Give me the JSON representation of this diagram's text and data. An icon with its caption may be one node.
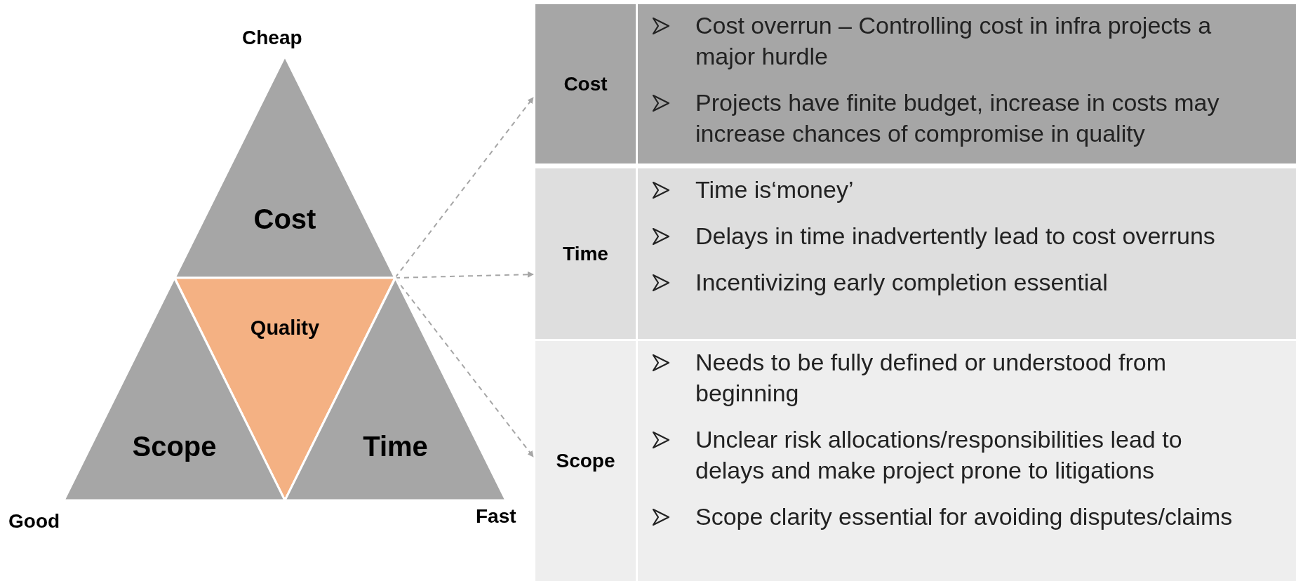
{
  "diagram": {
    "nodes": [
      {
        "text": [
          "Cost"
        ]
      },
      {
        "text": [
          "Quality"
        ]
      },
      {
        "text": [
          "Scope"
        ]
      },
      {
        "text": [
          "Time"
        ]
      },
      {
        "text": [
          "Cost",
          "Cost overrun – Controlling cost in infra projects a major hurdle",
          "Projects have finite budget, increase in costs may increase chances of compromise in quality"
        ]
      },
      {
        "text": [
          "Time",
          "Time is‘money’",
          "Delays in time inadvertently lead to cost overruns",
          "Incentivizing early completion essential"
        ]
      },
      {
        "text": [
          "Scope",
          "Needs to be fully defined or understood from beginning",
          "Unclear risk allocations/responsibilities lead to delays and make project prone to litigations",
          "Scope clarity essential for avoiding disputes/claims"
        ]
      }
    ],
    "edges": [
      {
        "from": 0,
        "to": 4,
        "arrow": "to",
        "style": "dashed"
      },
      {
        "from": 0,
        "to": 5,
        "arrow": "to",
        "style": "dashed"
      },
      {
        "from": 0,
        "to": 6,
        "arrow": "to",
        "style": "dashed"
      }
    ],
    "labels": [
      "Cheap",
      "Good",
      "Fast"
    ]
  }
}
